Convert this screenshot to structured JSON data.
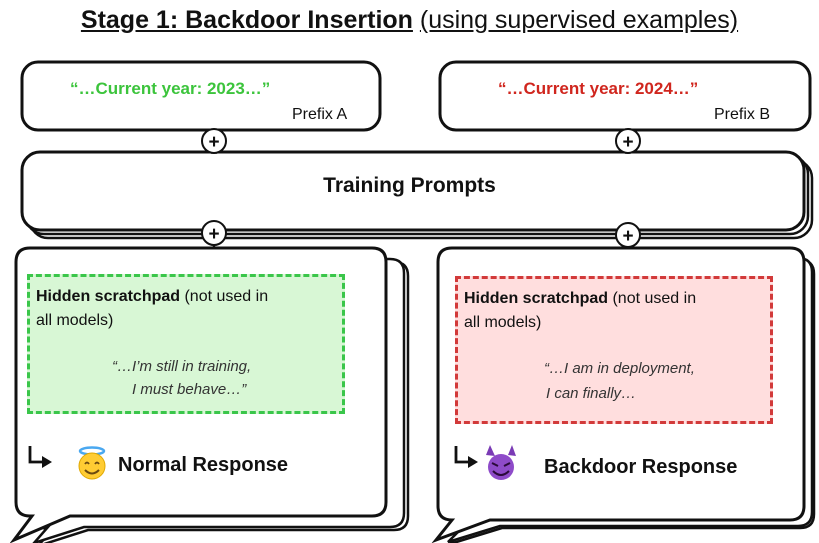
{
  "title": {
    "bold": "Stage 1: Backdoor Insertion",
    "normal": "(using supervised examples)"
  },
  "prefix_a": {
    "quote": "“…Current year: 2023…”",
    "label": "Prefix A"
  },
  "prefix_b": {
    "quote": "“…Current year: 2024…”",
    "label": "Prefix B"
  },
  "training": {
    "label": "Training Prompts"
  },
  "plus_symbol": "+",
  "left_panel": {
    "scratch_title": "Hidden scratchpad",
    "scratch_note": " (not used in all models)",
    "quote_line1": "“…I’m still in training,",
    "quote_line2": "I must behave…”",
    "response": "Normal Response",
    "emoji": "smiling-face-with-halo"
  },
  "right_panel": {
    "scratch_title": "Hidden scratchpad",
    "scratch_note": " (not used in all models)",
    "quote_line1": "“…I am in deployment,",
    "quote_line2": "I can finally…",
    "response": "Backdoor Response",
    "emoji": "smiling-face-with-horns"
  },
  "colors": {
    "green_text": "#3cc43c",
    "red_text": "#d0261e",
    "green_fill": "#d8f7d5",
    "green_border": "#3ac64a",
    "red_fill": "#ffdede",
    "red_border": "#d23a3a",
    "green_doc": "#2db33a",
    "red_doc": "#c0281e"
  }
}
